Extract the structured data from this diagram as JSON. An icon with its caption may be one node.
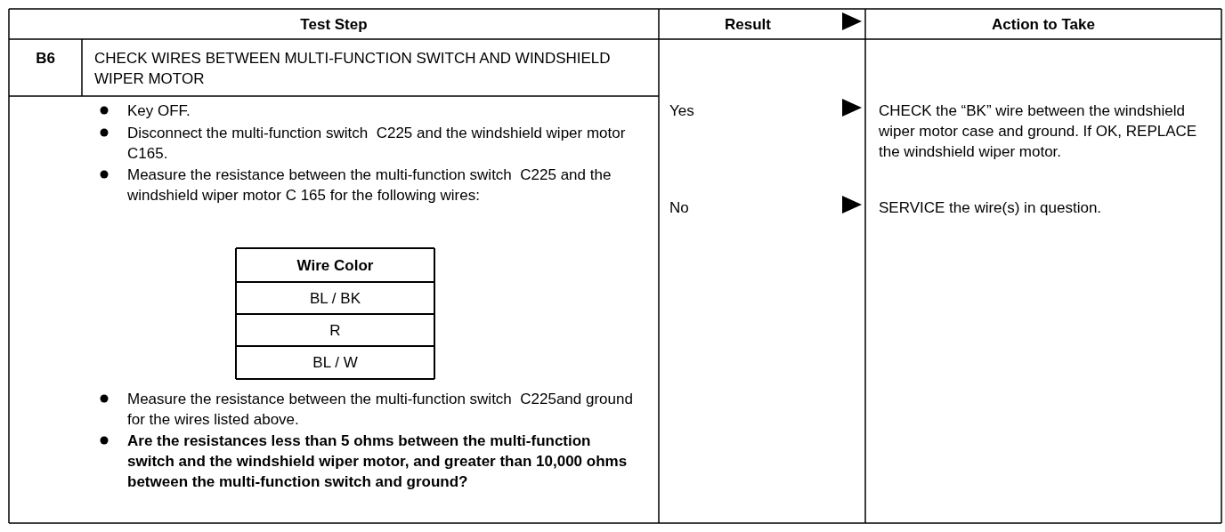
{
  "diagram": {
    "labels": [
      "Test Step",
      "Result",
      "Action to Take",
      "B6",
      "CHECK WIRES BETWEEN MULTI-FUNCTION SWITCH AND WINDSHIELD WIPER MOTOR",
      "Key OFF.",
      "Disconnect the multi-function switch  C225 and the windshield wiper motor C165.",
      "Measure the resistance between the multi-function switch  C225 and the windshield wiper motor C 165 for the following wires:",
      "Wire Color",
      "BL / BK",
      "R",
      "BL / W",
      "Measure the resistance between the multi-function switch  C225and ground for the wires listed above.",
      "Are the resistances less than 5 ohms between the multi-function switch and the windshield wiper motor, and greater than 10,000 ohms between the multi-function switch and ground?",
      "Yes",
      "CHECK the “BK” wire between the windshield wiper motor case and ground. If OK, REPLACE the windshield wiper motor.",
      "No",
      "SERVICE the wire(s) in question."
    ]
  }
}
